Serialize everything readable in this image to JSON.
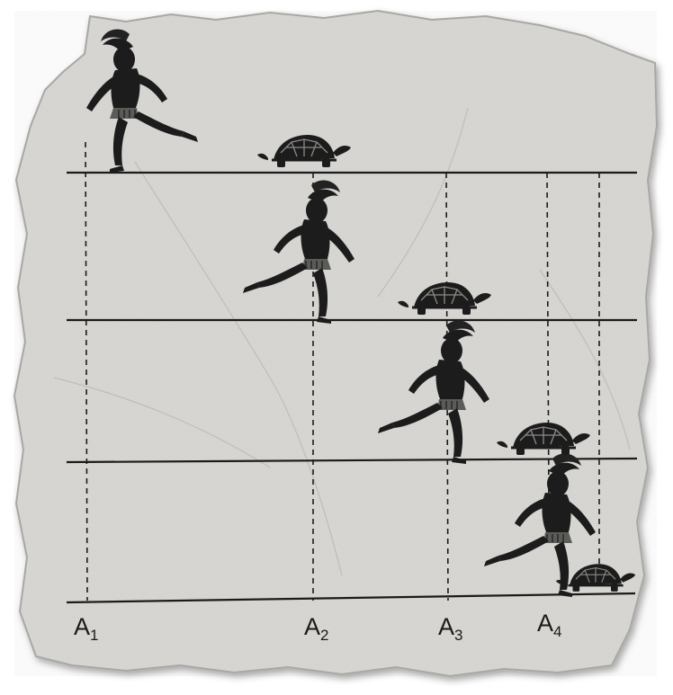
{
  "diagram": {
    "paper_color": "#d9d8d4",
    "ink_color": "#1b1b1b",
    "points": [
      {
        "letter": "A",
        "index": "1"
      },
      {
        "letter": "A",
        "index": "2"
      },
      {
        "letter": "A",
        "index": "3"
      },
      {
        "letter": "A",
        "index": "4"
      }
    ],
    "figures": {
      "runner_icon": "achilles-runner-icon",
      "tortoise_icon": "tortoise-icon"
    }
  }
}
